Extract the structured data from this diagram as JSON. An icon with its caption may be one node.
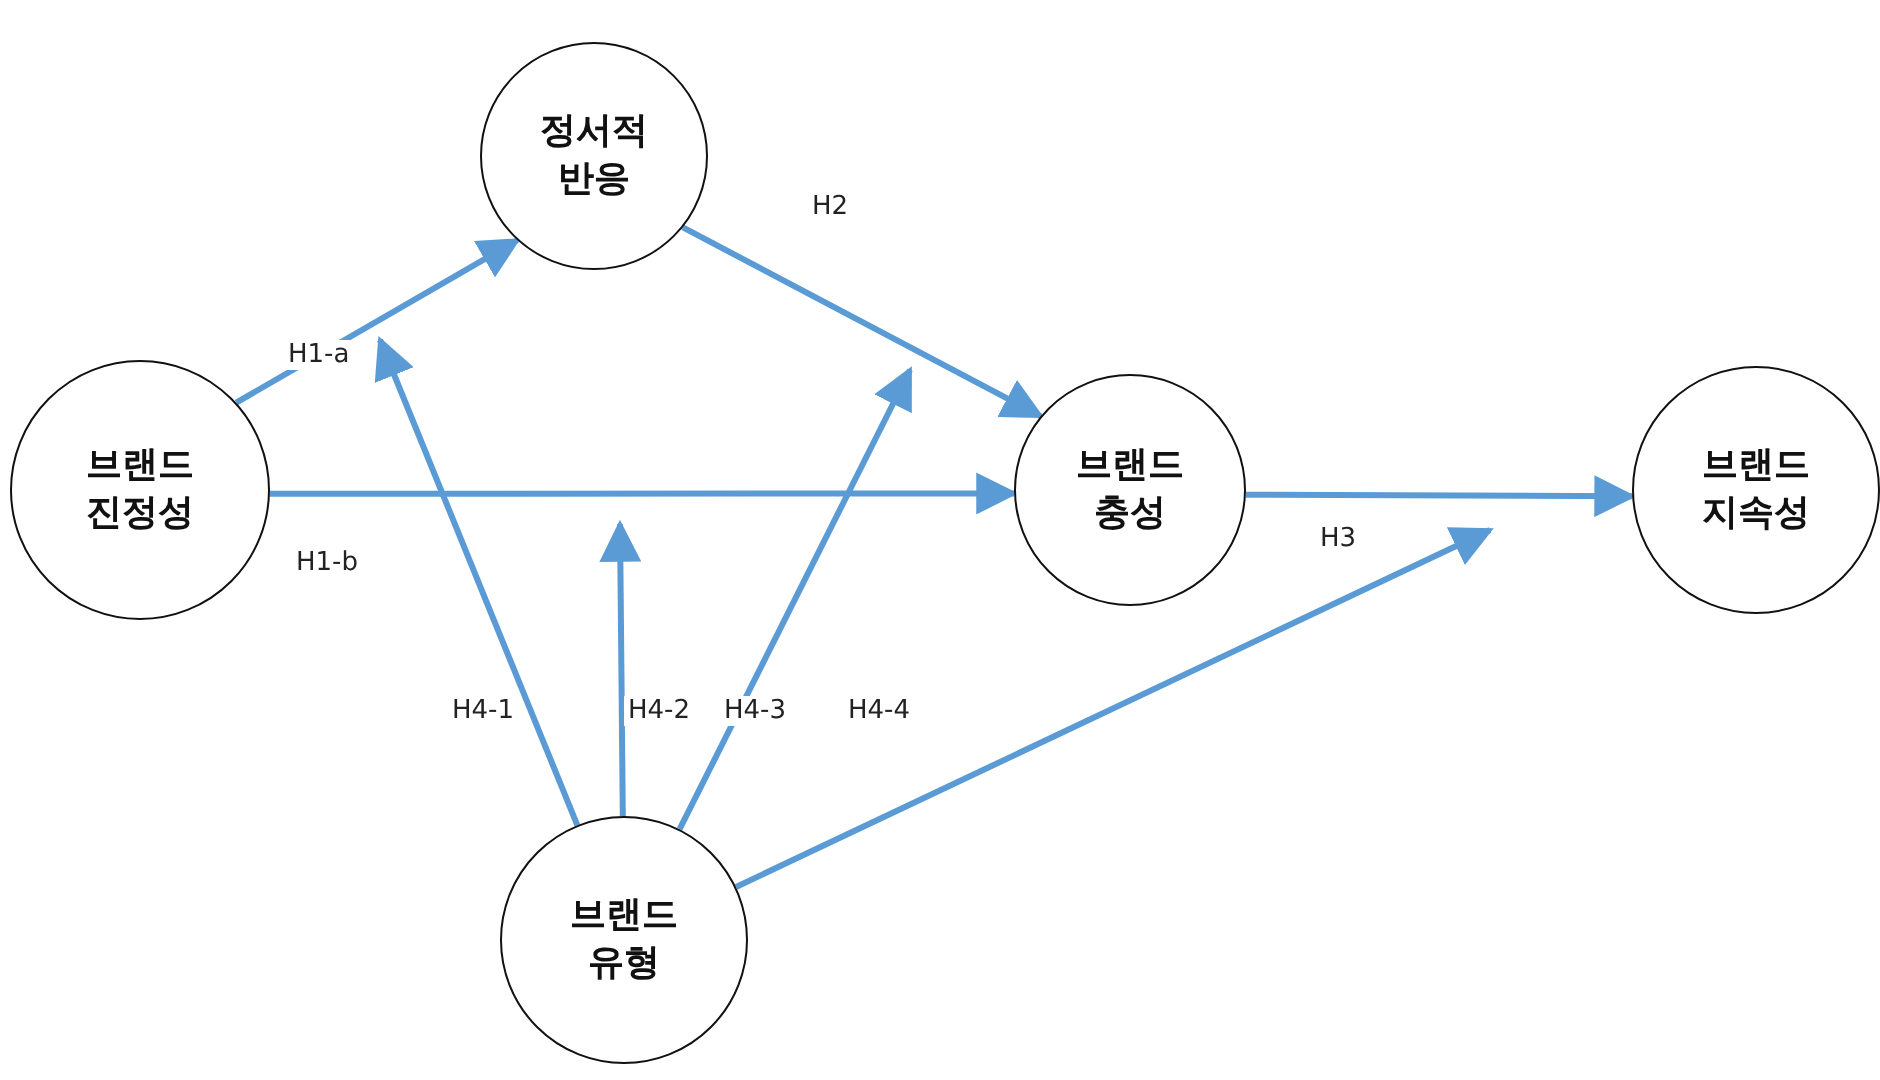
{
  "diagram": {
    "nodes": [
      {
        "text": [
          "정서적 반응"
        ]
      },
      {
        "text": [
          "브랜드 진정성"
        ]
      },
      {
        "text": [
          "브랜드 충성"
        ]
      },
      {
        "text": [
          "브랜드 지속성"
        ]
      },
      {
        "text": [
          "브랜드 유형"
        ]
      }
    ],
    "edges": [
      {
        "from": 1,
        "to": 0,
        "arrow": "to",
        "label": "H1-a"
      },
      {
        "from": 1,
        "to": 2,
        "arrow": "to",
        "label": "H1-b"
      },
      {
        "from": 0,
        "to": 2,
        "arrow": "to",
        "label": "H2"
      },
      {
        "from": 2,
        "to": 3,
        "arrow": "to",
        "label": "H3"
      },
      {
        "from": 4,
        "to": null,
        "arrow": "to",
        "label": "H4-1"
      },
      {
        "from": 4,
        "to": null,
        "arrow": "to",
        "label": "H4-2"
      },
      {
        "from": 4,
        "to": null,
        "arrow": "to",
        "label": "H4-3"
      },
      {
        "from": 4,
        "to": null,
        "arrow": "to",
        "label": "H4-4"
      }
    ]
  }
}
